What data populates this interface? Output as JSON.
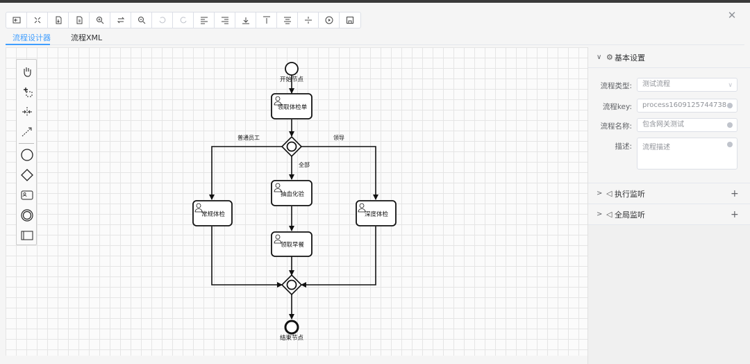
{
  "tabs": [
    {
      "label": "流程设计器",
      "active": true
    },
    {
      "label": "流程XML",
      "active": false
    }
  ],
  "toolbar": {
    "buttons": [
      {
        "icon": "import-icon",
        "disabled": false
      },
      {
        "icon": "fit-icon",
        "disabled": false
      },
      {
        "icon": "export-xml-icon",
        "disabled": false
      },
      {
        "icon": "export-svg-icon",
        "disabled": false
      },
      {
        "icon": "zoom-in-icon",
        "disabled": false
      },
      {
        "icon": "zoom-reset-icon",
        "disabled": false
      },
      {
        "icon": "zoom-out-icon",
        "disabled": false
      },
      {
        "icon": "undo-icon",
        "disabled": true
      },
      {
        "icon": "redo-icon",
        "disabled": true
      },
      {
        "icon": "align-left-icon",
        "disabled": false
      },
      {
        "icon": "align-right-icon",
        "disabled": false
      },
      {
        "icon": "align-bottom-icon",
        "disabled": false
      },
      {
        "icon": "align-top-icon",
        "disabled": false
      },
      {
        "icon": "align-center-icon",
        "disabled": false
      },
      {
        "icon": "align-middle-icon",
        "disabled": false
      },
      {
        "icon": "play-icon",
        "disabled": false
      },
      {
        "icon": "save-icon",
        "disabled": false
      }
    ]
  },
  "palette": [
    "hand-tool-icon",
    "lasso-tool-icon",
    "space-tool-icon",
    "connect-tool-icon",
    "start-event-icon",
    "gateway-icon",
    "user-task-icon",
    "end-event-icon",
    "pool-icon"
  ],
  "diagram": {
    "start_label": "开始节点",
    "end_label": "结束节点",
    "tasks": {
      "collect_form": "领取体检单",
      "blood_test": "抽血化验",
      "routine_exam": "常规体检",
      "deep_exam": "深度体检",
      "breakfast": "领取早餐"
    },
    "flows": {
      "employee": "普通员工",
      "all": "全部",
      "leader": "领导"
    }
  },
  "panel": {
    "basic": {
      "title": "基本设置",
      "type_label": "流程类型:",
      "type_value": "测试流程",
      "key_label": "流程key:",
      "key_value": "process1609125744738",
      "name_label": "流程名称:",
      "name_value": "包含网关测试",
      "desc_label": "描述:",
      "desc_value": "流程描述"
    },
    "exec_listener": "执行监听",
    "global_listener": "全局监听"
  },
  "colors": {
    "accent": "#409eff"
  }
}
